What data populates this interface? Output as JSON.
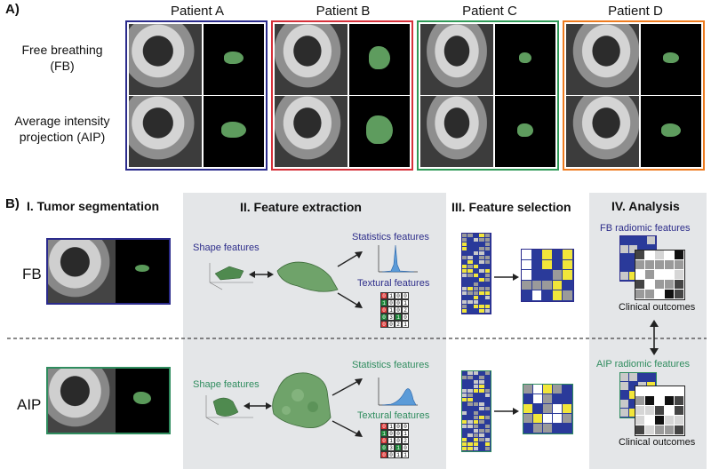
{
  "panelA": {
    "letter": "A)",
    "patients": [
      "Patient A",
      "Patient B",
      "Patient C",
      "Patient D"
    ],
    "patient_colors": [
      "#2b2b8c",
      "#d6303a",
      "#2f9a57",
      "#ee7b1f"
    ],
    "row_fb": [
      "Free breathing",
      "(FB)"
    ],
    "row_aip": [
      "Average intensity",
      "projection (AIP)"
    ]
  },
  "panelB": {
    "letter": "B)",
    "steps": [
      "I. Tumor segmentation",
      "II. Feature extraction",
      "III. Feature selection",
      "IV. Analysis"
    ],
    "fb_label": "FB",
    "aip_label": "AIP",
    "shape_features": "Shape features",
    "statistics_features": "Statistics features",
    "textural_features": "Textural features",
    "fb_radiomic": "FB radiomic features",
    "aip_radiomic": "AIP radiomic features",
    "clinical_outcomes": "Clinical outcomes",
    "glcm_fb": [
      [
        "0",
        "1",
        "0",
        "0"
      ],
      [
        "1",
        "0",
        "0",
        "1"
      ],
      [
        "0",
        "1",
        "0",
        "2"
      ],
      [
        "0",
        "3",
        "1",
        "0"
      ],
      [
        "0",
        "0",
        "2",
        "1"
      ]
    ],
    "glcm_aip": [
      [
        "0",
        "1",
        "0",
        "0"
      ],
      [
        "1",
        "0",
        "0",
        "1"
      ],
      [
        "0",
        "1",
        "0",
        "2"
      ],
      [
        "0",
        "3",
        "1",
        "0"
      ],
      [
        "0",
        "0",
        "1",
        "1"
      ]
    ]
  }
}
